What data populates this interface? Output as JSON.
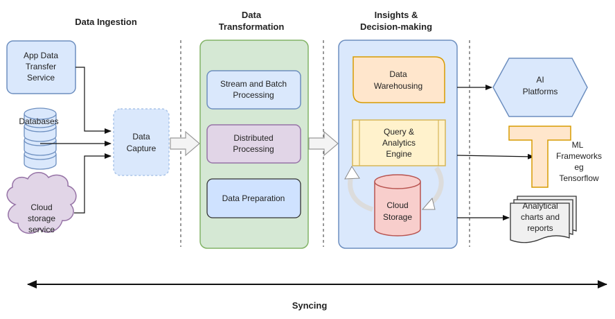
{
  "sections": {
    "ingestion": "Data Ingestion",
    "transformation": [
      "Data",
      "Transformation"
    ],
    "insights": [
      "Insights &",
      "Decision-making"
    ]
  },
  "sources": {
    "app_transfer": [
      "App Data",
      "Transfer",
      "Service"
    ],
    "databases": "Databases",
    "cloud": [
      "Cloud",
      "storage",
      "service"
    ]
  },
  "capture": [
    "Data",
    "Capture"
  ],
  "transform_steps": {
    "stream_batch": [
      "Stream and Batch",
      "Processing"
    ],
    "distributed": [
      "Distributed",
      "Processing"
    ],
    "preparation": "Data Preparation"
  },
  "insight_steps": {
    "warehousing": [
      "Data",
      "Warehousing"
    ],
    "query": [
      "Query &",
      "Analytics",
      "Engine"
    ],
    "cloud_storage": [
      "Cloud",
      "Storage"
    ]
  },
  "outputs": {
    "ai": [
      "AI",
      "Platforms"
    ],
    "ml": [
      "ML",
      "Frameworks",
      "eg",
      "Tensorflow"
    ],
    "charts": [
      "Analytical",
      "charts and",
      "reports"
    ]
  },
  "syncing": "Syncing",
  "colors": {
    "blue_fill": "#dae8fc",
    "blue_stroke": "#6c8ebf",
    "green_fill": "#d5e8d4",
    "green_stroke": "#82b366",
    "purple_fill": "#e1d5e7",
    "purple_stroke": "#9673a6",
    "orange_fill": "#ffe6cc",
    "orange_stroke": "#d79b00",
    "yellow_fill": "#fff2cc",
    "yellow_stroke": "#d6b656",
    "red_fill": "#f8cecc",
    "red_stroke": "#b85450"
  }
}
